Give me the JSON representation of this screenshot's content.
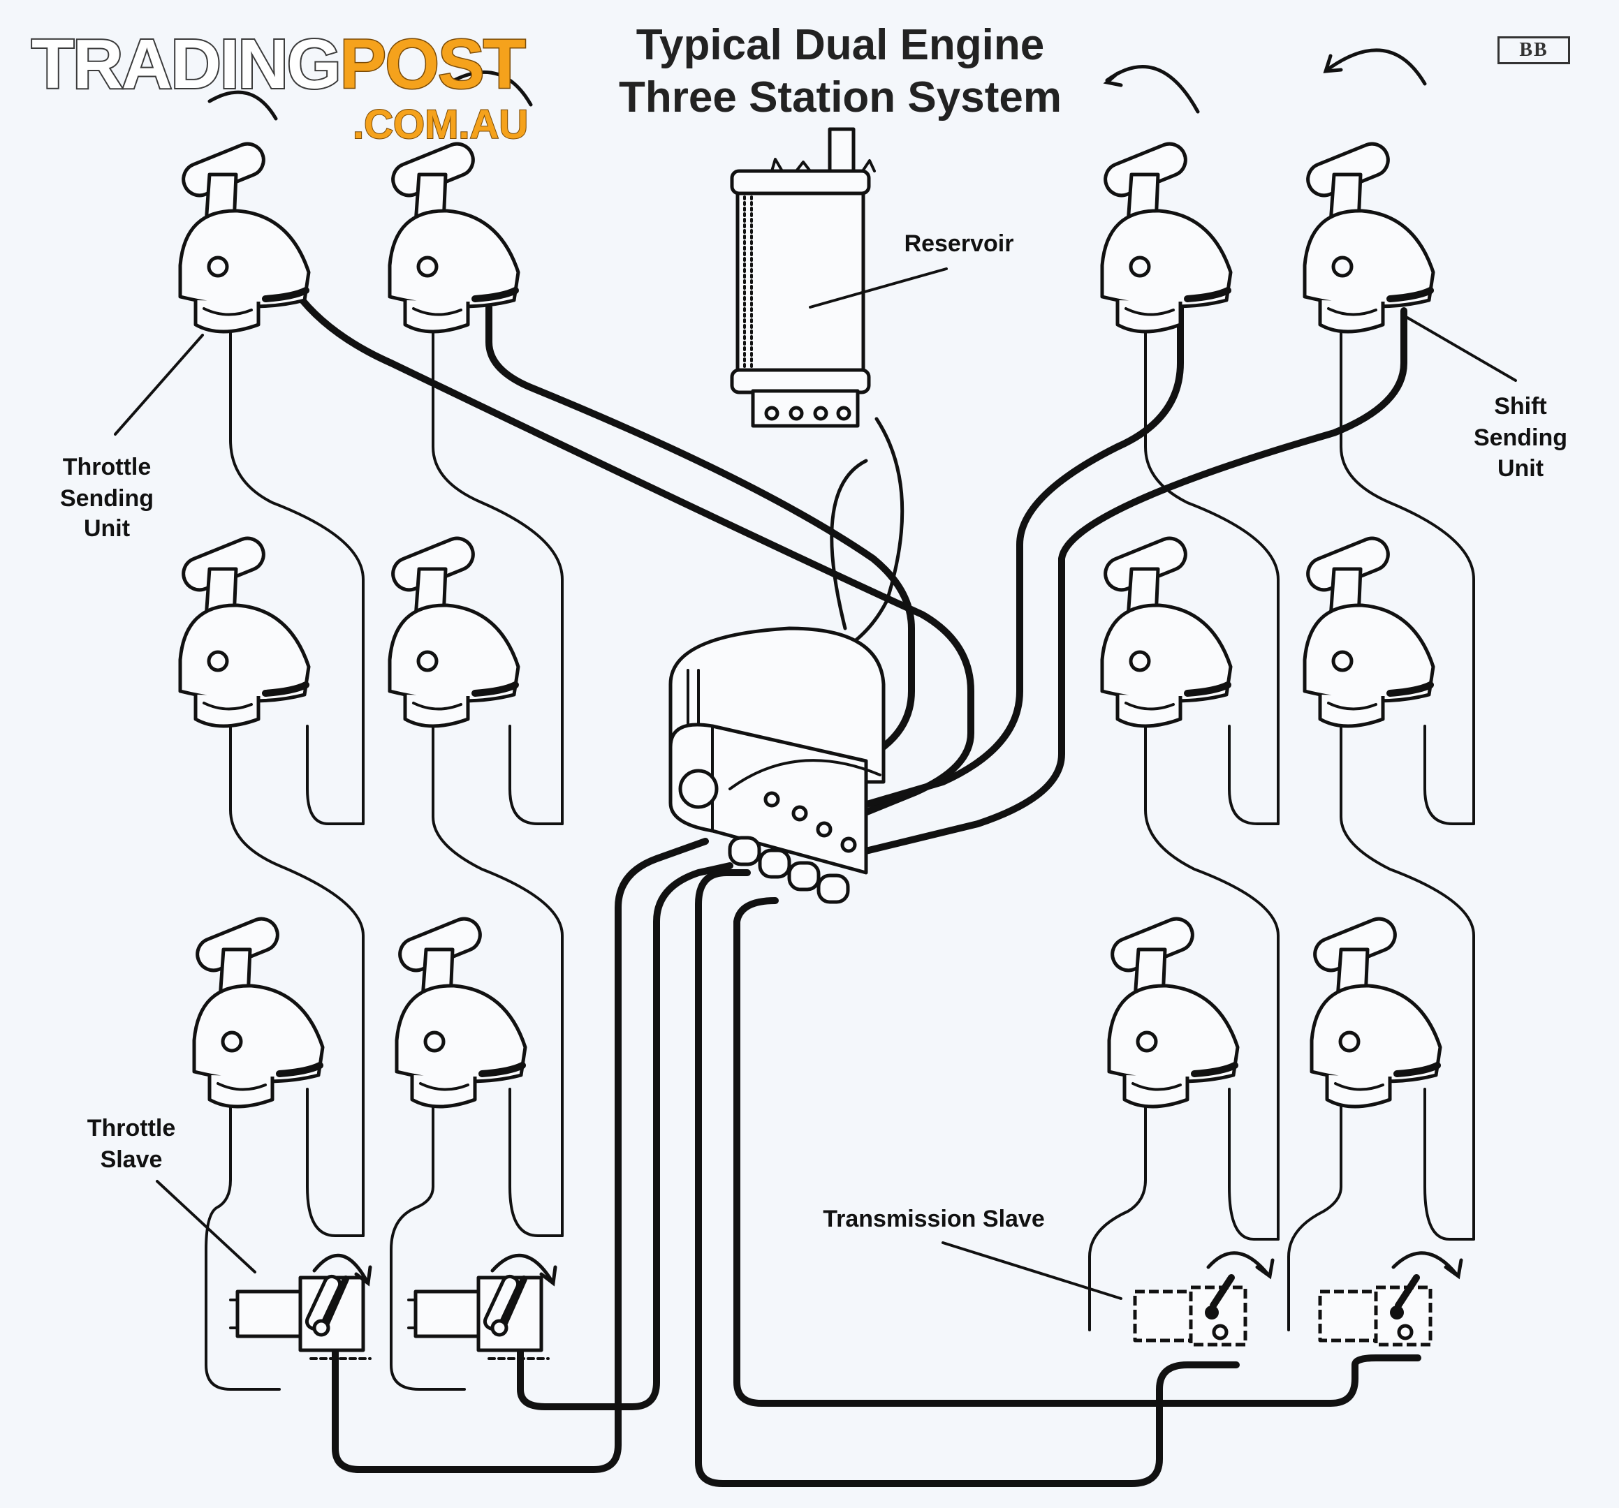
{
  "title": {
    "line1": "Typical Dual Engine",
    "line2": "Three Station System"
  },
  "brand": {
    "name_white": "TRADING",
    "name_orange": "POST",
    "domain": ".COM.AU"
  },
  "corner_mark": "BB",
  "labels": {
    "reservoir": "Reservoir",
    "throttle_sending_unit": [
      "Throttle",
      "Sending",
      "Unit"
    ],
    "shift_sending_unit": [
      "Shift",
      "Sending",
      "Unit"
    ],
    "throttle_slave": [
      "Throttle",
      "Slave"
    ],
    "transmission_slave": "Transmission Slave"
  },
  "colors": {
    "ink": "#111111",
    "background": "#f4f7fb",
    "brand_orange": "#f5a21c"
  }
}
